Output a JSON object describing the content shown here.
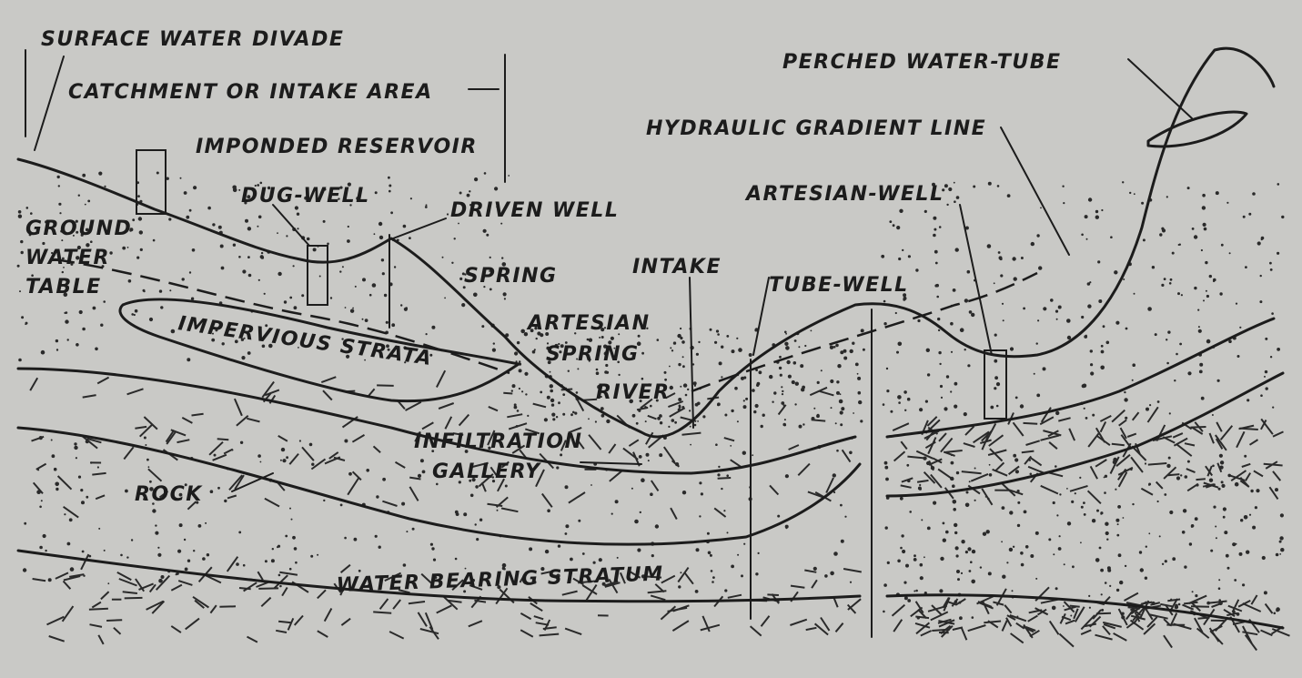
{
  "labels": {
    "surface_water_divide": "SURFACE WATER DIVADE",
    "catchment": "CATCHMENT OR INTAKE AREA",
    "impounded_reservoir": "IMPONDED RESERVOIR",
    "dug_well": "DUG-WELL",
    "driven_well": "DRIVEN WELL",
    "ground_water_table_1": "GROUND",
    "ground_water_table_2": "WATER",
    "ground_water_table_3": "TABLE",
    "spring": "SPRING",
    "intake": "INTAKE",
    "tube_well": "TUBE-WELL",
    "artesian_well": "ARTESIAN-WELL",
    "perched_water_tube": "PERCHED WATER-TUBE",
    "hydraulic_gradient_line": "HYDRAULIC GRADIENT LINE",
    "impervious_strata": "IMPERVIOUS STRATA",
    "artesian_spring_1": "ARTESIAN",
    "artesian_spring_2": "SPRING",
    "river": "RIVER",
    "infiltration_gallery_1": "INFILTRATION",
    "infiltration_gallery_2": "GALLERY",
    "rock": "ROCK",
    "water_bearing_stratum": "WATER BEARING STRATUM"
  },
  "colors": {
    "paper": "#c9c9c6",
    "ink": "#1c1c1c"
  }
}
